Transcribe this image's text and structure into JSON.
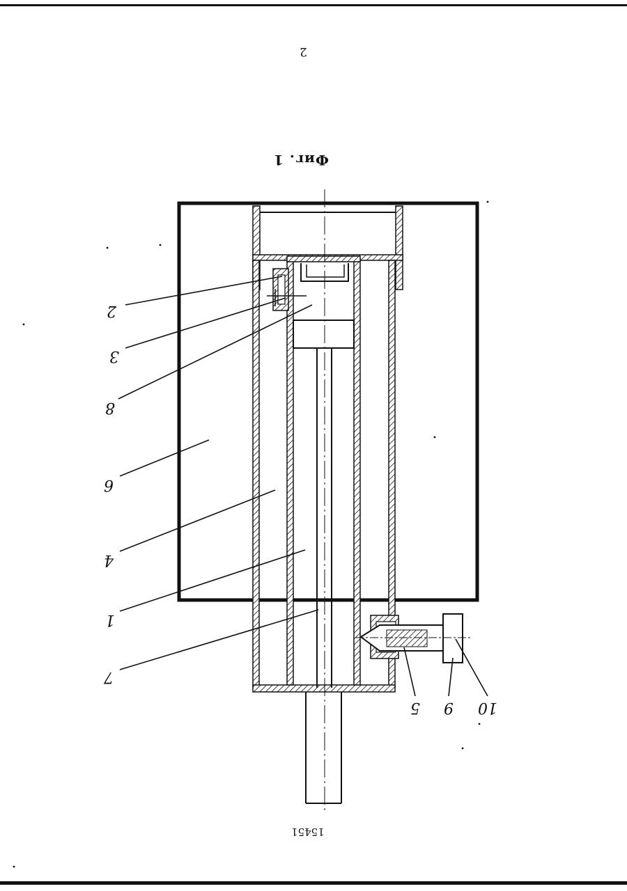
{
  "page": {
    "page_number": "2",
    "figure_caption": "Фиг. 1",
    "document_number": "15451"
  },
  "figure": {
    "callouts": [
      {
        "id": "c2a",
        "label": "2"
      },
      {
        "id": "c3",
        "label": "3"
      },
      {
        "id": "c8",
        "label": "8"
      },
      {
        "id": "c6",
        "label": "6"
      },
      {
        "id": "c4",
        "label": "4"
      },
      {
        "id": "c1",
        "label": "1"
      },
      {
        "id": "c7",
        "label": "7"
      },
      {
        "id": "c5",
        "label": "5"
      },
      {
        "id": "c9",
        "label": "9"
      },
      {
        "id": "c10",
        "label": "10"
      }
    ]
  }
}
